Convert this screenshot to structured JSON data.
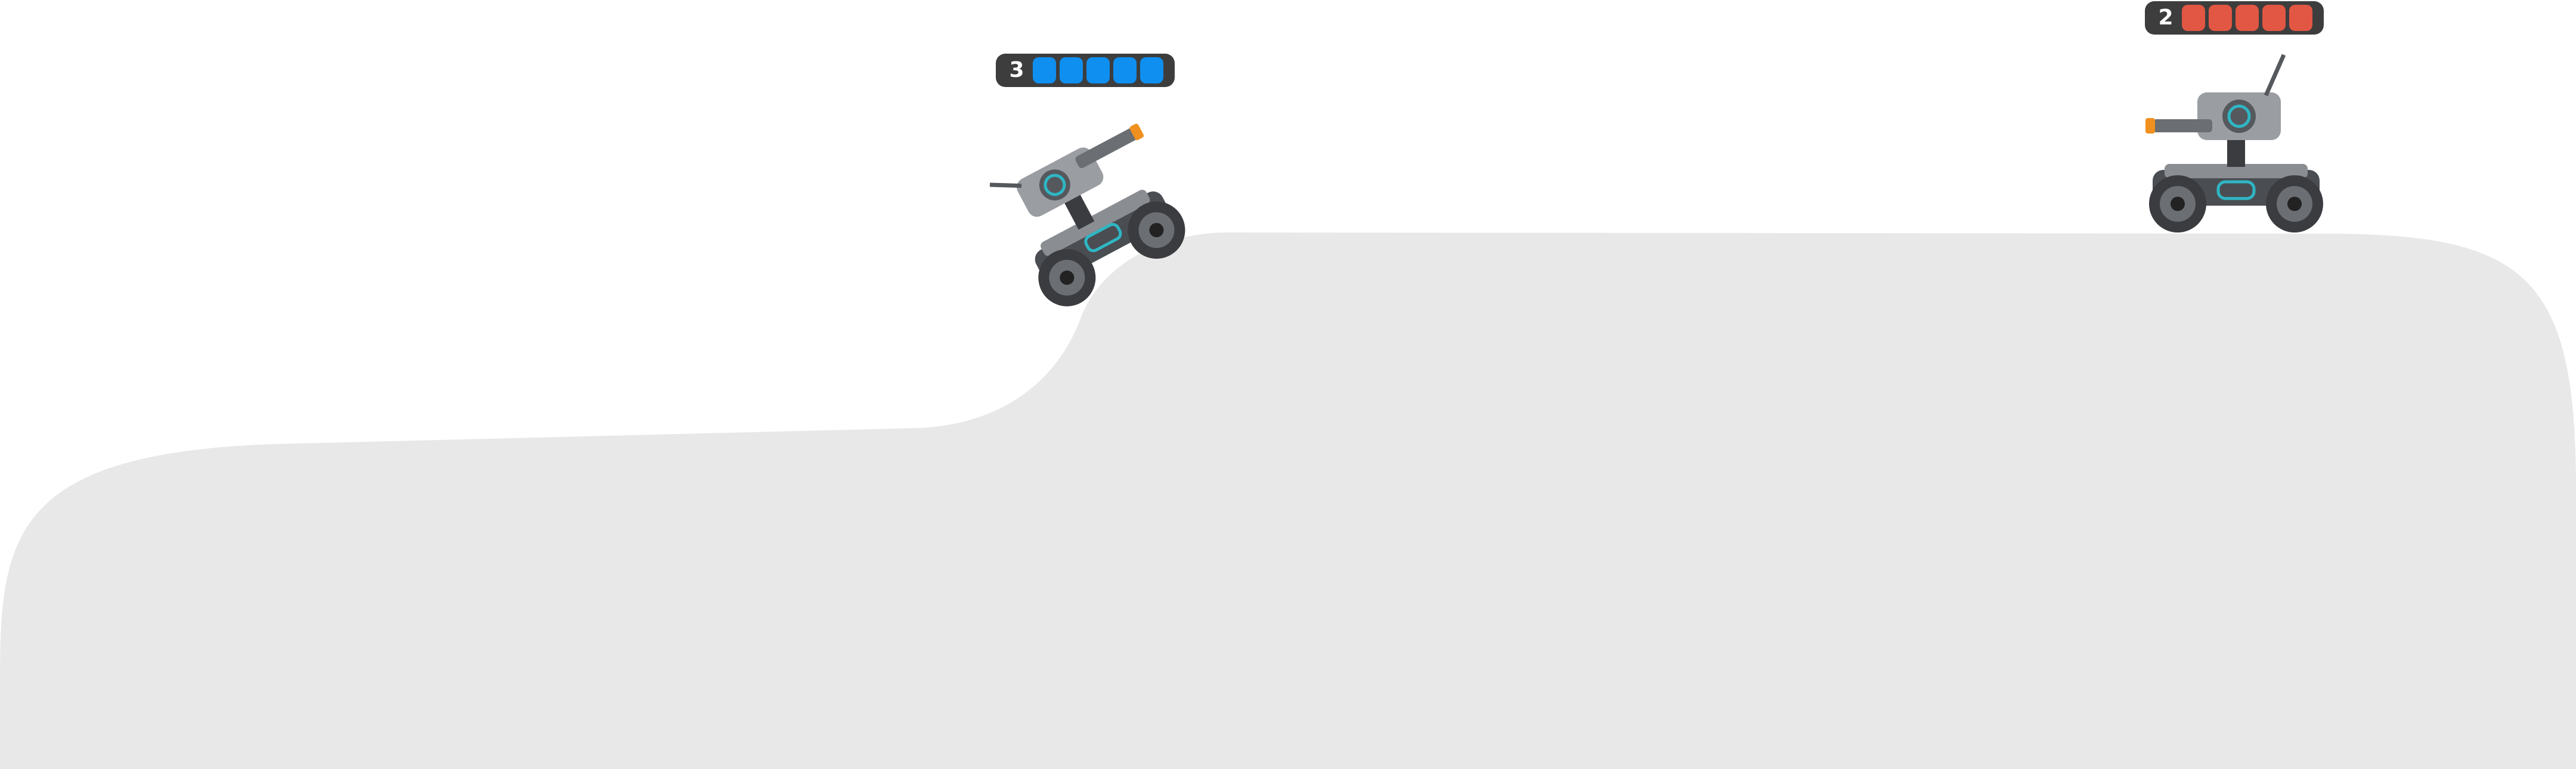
{
  "players": [
    {
      "id": "left-robot",
      "lives": "3",
      "hp_segments_total": 5,
      "hp_segments_filled": 5,
      "hp_color": "#0f8ff0"
    },
    {
      "id": "right-robot",
      "lives": "2",
      "hp_segments_total": 5,
      "hp_segments_filled": 5,
      "hp_color": "#e25744"
    }
  ],
  "colors": {
    "background": "#ffffff",
    "terrain": "#e8e8e8",
    "hp_bar_bg": "#3d3d3d",
    "robot_accent": "#2fb6c4",
    "muzzle": "#f0901e"
  },
  "icons": [
    "robot-tank-icon",
    "robot-tank-icon"
  ]
}
